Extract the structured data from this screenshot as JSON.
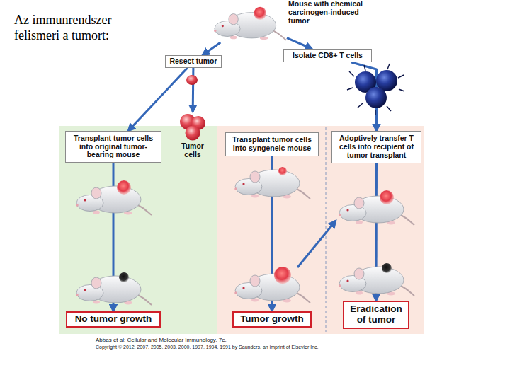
{
  "diagram": {
    "title": "Az immunrendszer felismeri a tumort:",
    "nodes": [
      {
        "text": [
          "Mouse with chemical carcinogen-induced tumor"
        ]
      },
      {
        "text": [
          "Resect tumor"
        ]
      },
      {
        "text": [
          "Isolate CD8+ T cells"
        ]
      },
      {
        "text": [
          "Tumor cells"
        ]
      },
      {
        "text": [
          "Transplant tumor cells into original tumor-bearing mouse"
        ]
      },
      {
        "text": [
          "Transplant tumor cells into syngeneic mouse"
        ]
      },
      {
        "text": [
          "Adoptively transfer T cells into recipient of tumor transplant"
        ]
      },
      {
        "text": [
          "No tumor growth"
        ]
      },
      {
        "text": [
          "Tumor growth"
        ]
      },
      {
        "text": [
          "Eradication of tumor"
        ]
      }
    ],
    "edges": [
      {
        "from": 0,
        "to": 1,
        "arrow": "to"
      },
      {
        "from": 0,
        "to": 2,
        "arrow": "to"
      },
      {
        "from": 1,
        "to": 3,
        "arrow": "to"
      },
      {
        "from": 1,
        "to": 4,
        "arrow": "to"
      },
      {
        "from": 2,
        "to": 6,
        "arrow": "to"
      },
      {
        "from": 4,
        "to": 7,
        "arrow": "to"
      },
      {
        "from": 5,
        "to": 8,
        "arrow": "to"
      },
      {
        "from": 6,
        "to": 9,
        "arrow": "to"
      }
    ],
    "labels": [
      "Abbas et al: Cellular and Molecular Immunology, 7e.",
      "Copyright © 2012, 2007, 2005, 2003, 2000, 1997, 1994, 1991 by Saunders, an imprint of Elsevier Inc."
    ]
  }
}
